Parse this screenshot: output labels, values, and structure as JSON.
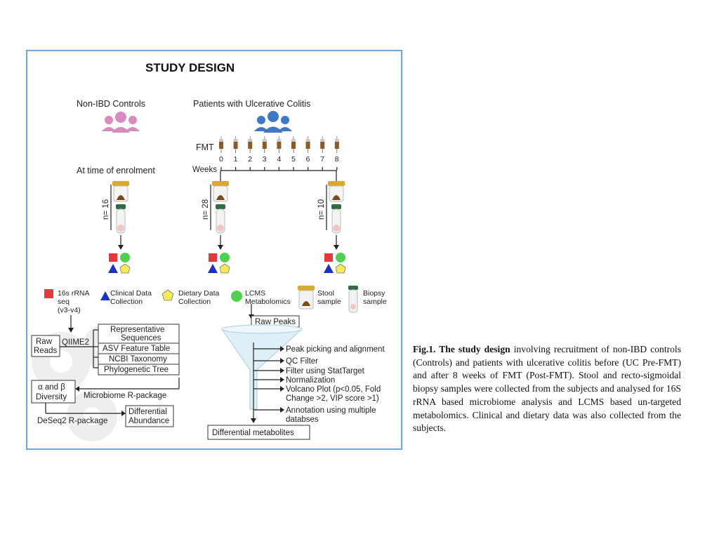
{
  "diagram": {
    "title": "STUDY DESIGN",
    "controls_label": "Non-IBD Controls",
    "patients_label": "Patients with Ulcerative Colitis",
    "fmt_label": "FMT",
    "weeks_label": "Weeks",
    "week_ticks": [
      "0",
      "1",
      "2",
      "3",
      "4",
      "5",
      "6",
      "7",
      "8"
    ],
    "enrolment_label": "At time of enrolment",
    "n_labels": [
      "n= 16",
      "n= 28",
      "n= 10"
    ],
    "legend": {
      "rrna": "16s rRNA\nseq\n(v3-v4)",
      "clinical": "Clinical Data\nCollection",
      "dietary": "Dietary Data\nCollection",
      "lcms": "LCMS\nMetabolomics",
      "stool": "Stool\nsample",
      "biopsy": "Biopsy\nsample"
    },
    "micro": {
      "raw_reads": "Raw\nReads",
      "qiime": "QIIME2",
      "rep_seq": "Representative\nSequences",
      "asv": "ASV Feature Table",
      "ncbi": "NCBI Taxonomy",
      "phylo": "Phylogenetic Tree",
      "diversity": "α and β\nDiversity",
      "microbiome_pkg": "Microbiome R-package",
      "deseq": "DeSeq2 R-package",
      "diff_abundance": "Differential\nAbundance"
    },
    "metab": {
      "raw_peaks": "Raw Peaks",
      "steps": [
        "Peak picking and alignment",
        "QC Filter",
        "Filter using StatTarget",
        "Normalization",
        "Volcano Plot (p<0.05, Fold\nChange >2, VIP score >1)",
        "Annotation using multiple\ndatabses"
      ],
      "output": "Differential metabolites"
    },
    "colors": {
      "panel_border": "#6aa8e8",
      "controls_people": "#d98bbf",
      "patients_people": "#3f78c6",
      "red_square": "#e23b3b",
      "green_circle": "#4fd14f",
      "blue_triangle": "#1a32c9",
      "yellow_pentagon": "#f4ea5a",
      "stool_cap": "#d9a92e",
      "biopsy_cap": "#2f6b43"
    }
  },
  "caption": {
    "bold": "Fig.1. The study design",
    "rest": " involving recruitment of non-IBD controls (Controls) and patients with ulcerative colitis before (UC Pre-FMT) and after 8 weeks of FMT (Post-FMT). Stool and recto-sigmoidal biopsy samples were collected from the subjects and analysed for 16S rRNA based microbiome analysis and LCMS based un-targeted metabolomics. Clinical and dietary data was also collected from the subjects."
  }
}
